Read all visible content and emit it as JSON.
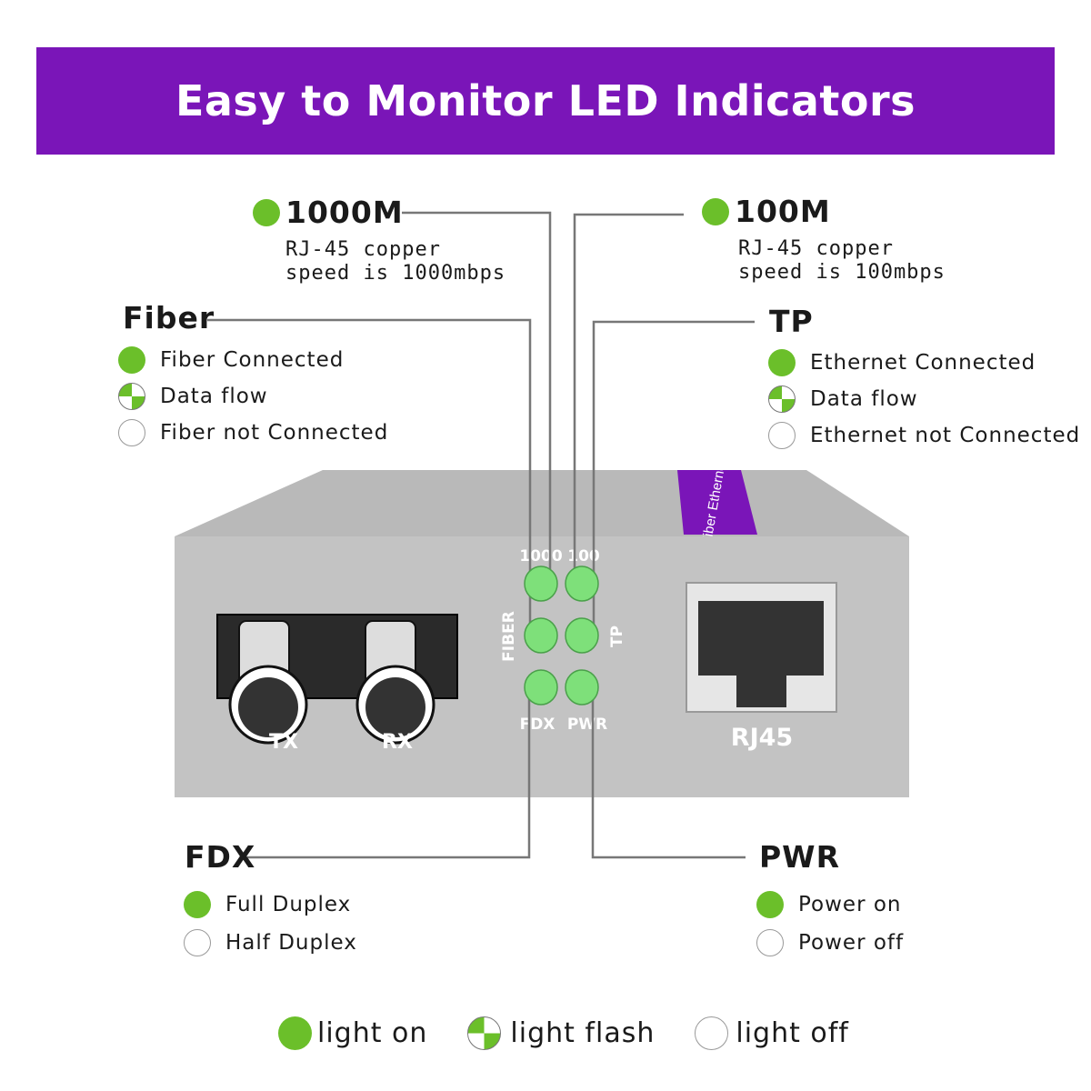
{
  "title": "Easy to Monitor LED Indicators",
  "colors": {
    "banner": "#7a15b8",
    "led_green": "#6bbf2a",
    "device_led": "#7ee07a"
  },
  "callouts": {
    "m1000": {
      "heading": "1000M",
      "desc1": "RJ-45 copper",
      "desc2": "speed is 1000mbps",
      "state": "light-on"
    },
    "m100": {
      "heading": "100M",
      "desc1": "RJ-45 copper",
      "desc2": "speed is 100mbps",
      "state": "light-on"
    },
    "fiber": {
      "heading": "Fiber",
      "items": [
        {
          "label": "Fiber Connected",
          "state": "light-on"
        },
        {
          "label": "Data flow",
          "state": "light-flash"
        },
        {
          "label": "Fiber not Connected",
          "state": "light-off"
        }
      ]
    },
    "tp": {
      "heading": "TP",
      "items": [
        {
          "label": "Ethernet Connected",
          "state": "light-on"
        },
        {
          "label": "Data flow",
          "state": "light-flash"
        },
        {
          "label": "Ethernet not Connected",
          "state": "light-off"
        }
      ]
    },
    "fdx": {
      "heading": "FDX",
      "items": [
        {
          "label": "Full Duplex",
          "state": "light-on"
        },
        {
          "label": "Half Duplex",
          "state": "light-off"
        }
      ]
    },
    "pwr": {
      "heading": "PWR",
      "items": [
        {
          "label": "Power on",
          "state": "light-on"
        },
        {
          "label": "Power off",
          "state": "light-off"
        }
      ]
    }
  },
  "device": {
    "led_labels": {
      "l1000": "1000",
      "l100": "100",
      "fiber": "FIBER",
      "tp": "TP",
      "fdx": "FDX",
      "pwr": "PWR"
    },
    "port_label": "RJ45",
    "port_tx": "TX",
    "port_rx": "RX",
    "side_label": "Fiber Ethernet"
  },
  "legend": [
    {
      "label": "light on",
      "state": "light-on"
    },
    {
      "label": "light flash",
      "state": "light-flash"
    },
    {
      "label": "light off",
      "state": "light-off"
    }
  ]
}
